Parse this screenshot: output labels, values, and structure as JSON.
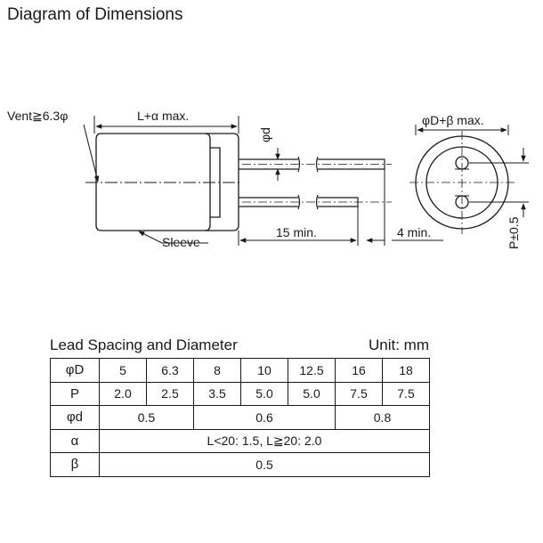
{
  "title": "Diagram of Dimensions",
  "drawing": {
    "vent_label": "Vent≧6.3φ",
    "length_label": "L+α max.",
    "lead_dia_label": "φd",
    "body_dia_label": "φD+β max.",
    "sleeve_label": "Sleeve",
    "lead_len_label": "15 min.",
    "lead_bend_label": "4 min.",
    "pitch_label": "P±0.5"
  },
  "table": {
    "caption": "Lead Spacing and Diameter",
    "unit": "Unit: mm",
    "header": {
      "label": "φD",
      "values": [
        "5",
        "6.3",
        "8",
        "10",
        "12.5",
        "16",
        "18"
      ]
    },
    "pitch": {
      "label": "P",
      "values": [
        "2.0",
        "2.5",
        "3.5",
        "5.0",
        "5.0",
        "7.5",
        "7.5"
      ]
    },
    "lead_dia": {
      "label": "φd",
      "values": [
        "0.5",
        "0.6",
        "0.8"
      ]
    },
    "alpha": {
      "label": "α",
      "value": "L<20: 1.5, L≧20: 2.0"
    },
    "beta": {
      "label": "β",
      "value": "0.5"
    }
  }
}
